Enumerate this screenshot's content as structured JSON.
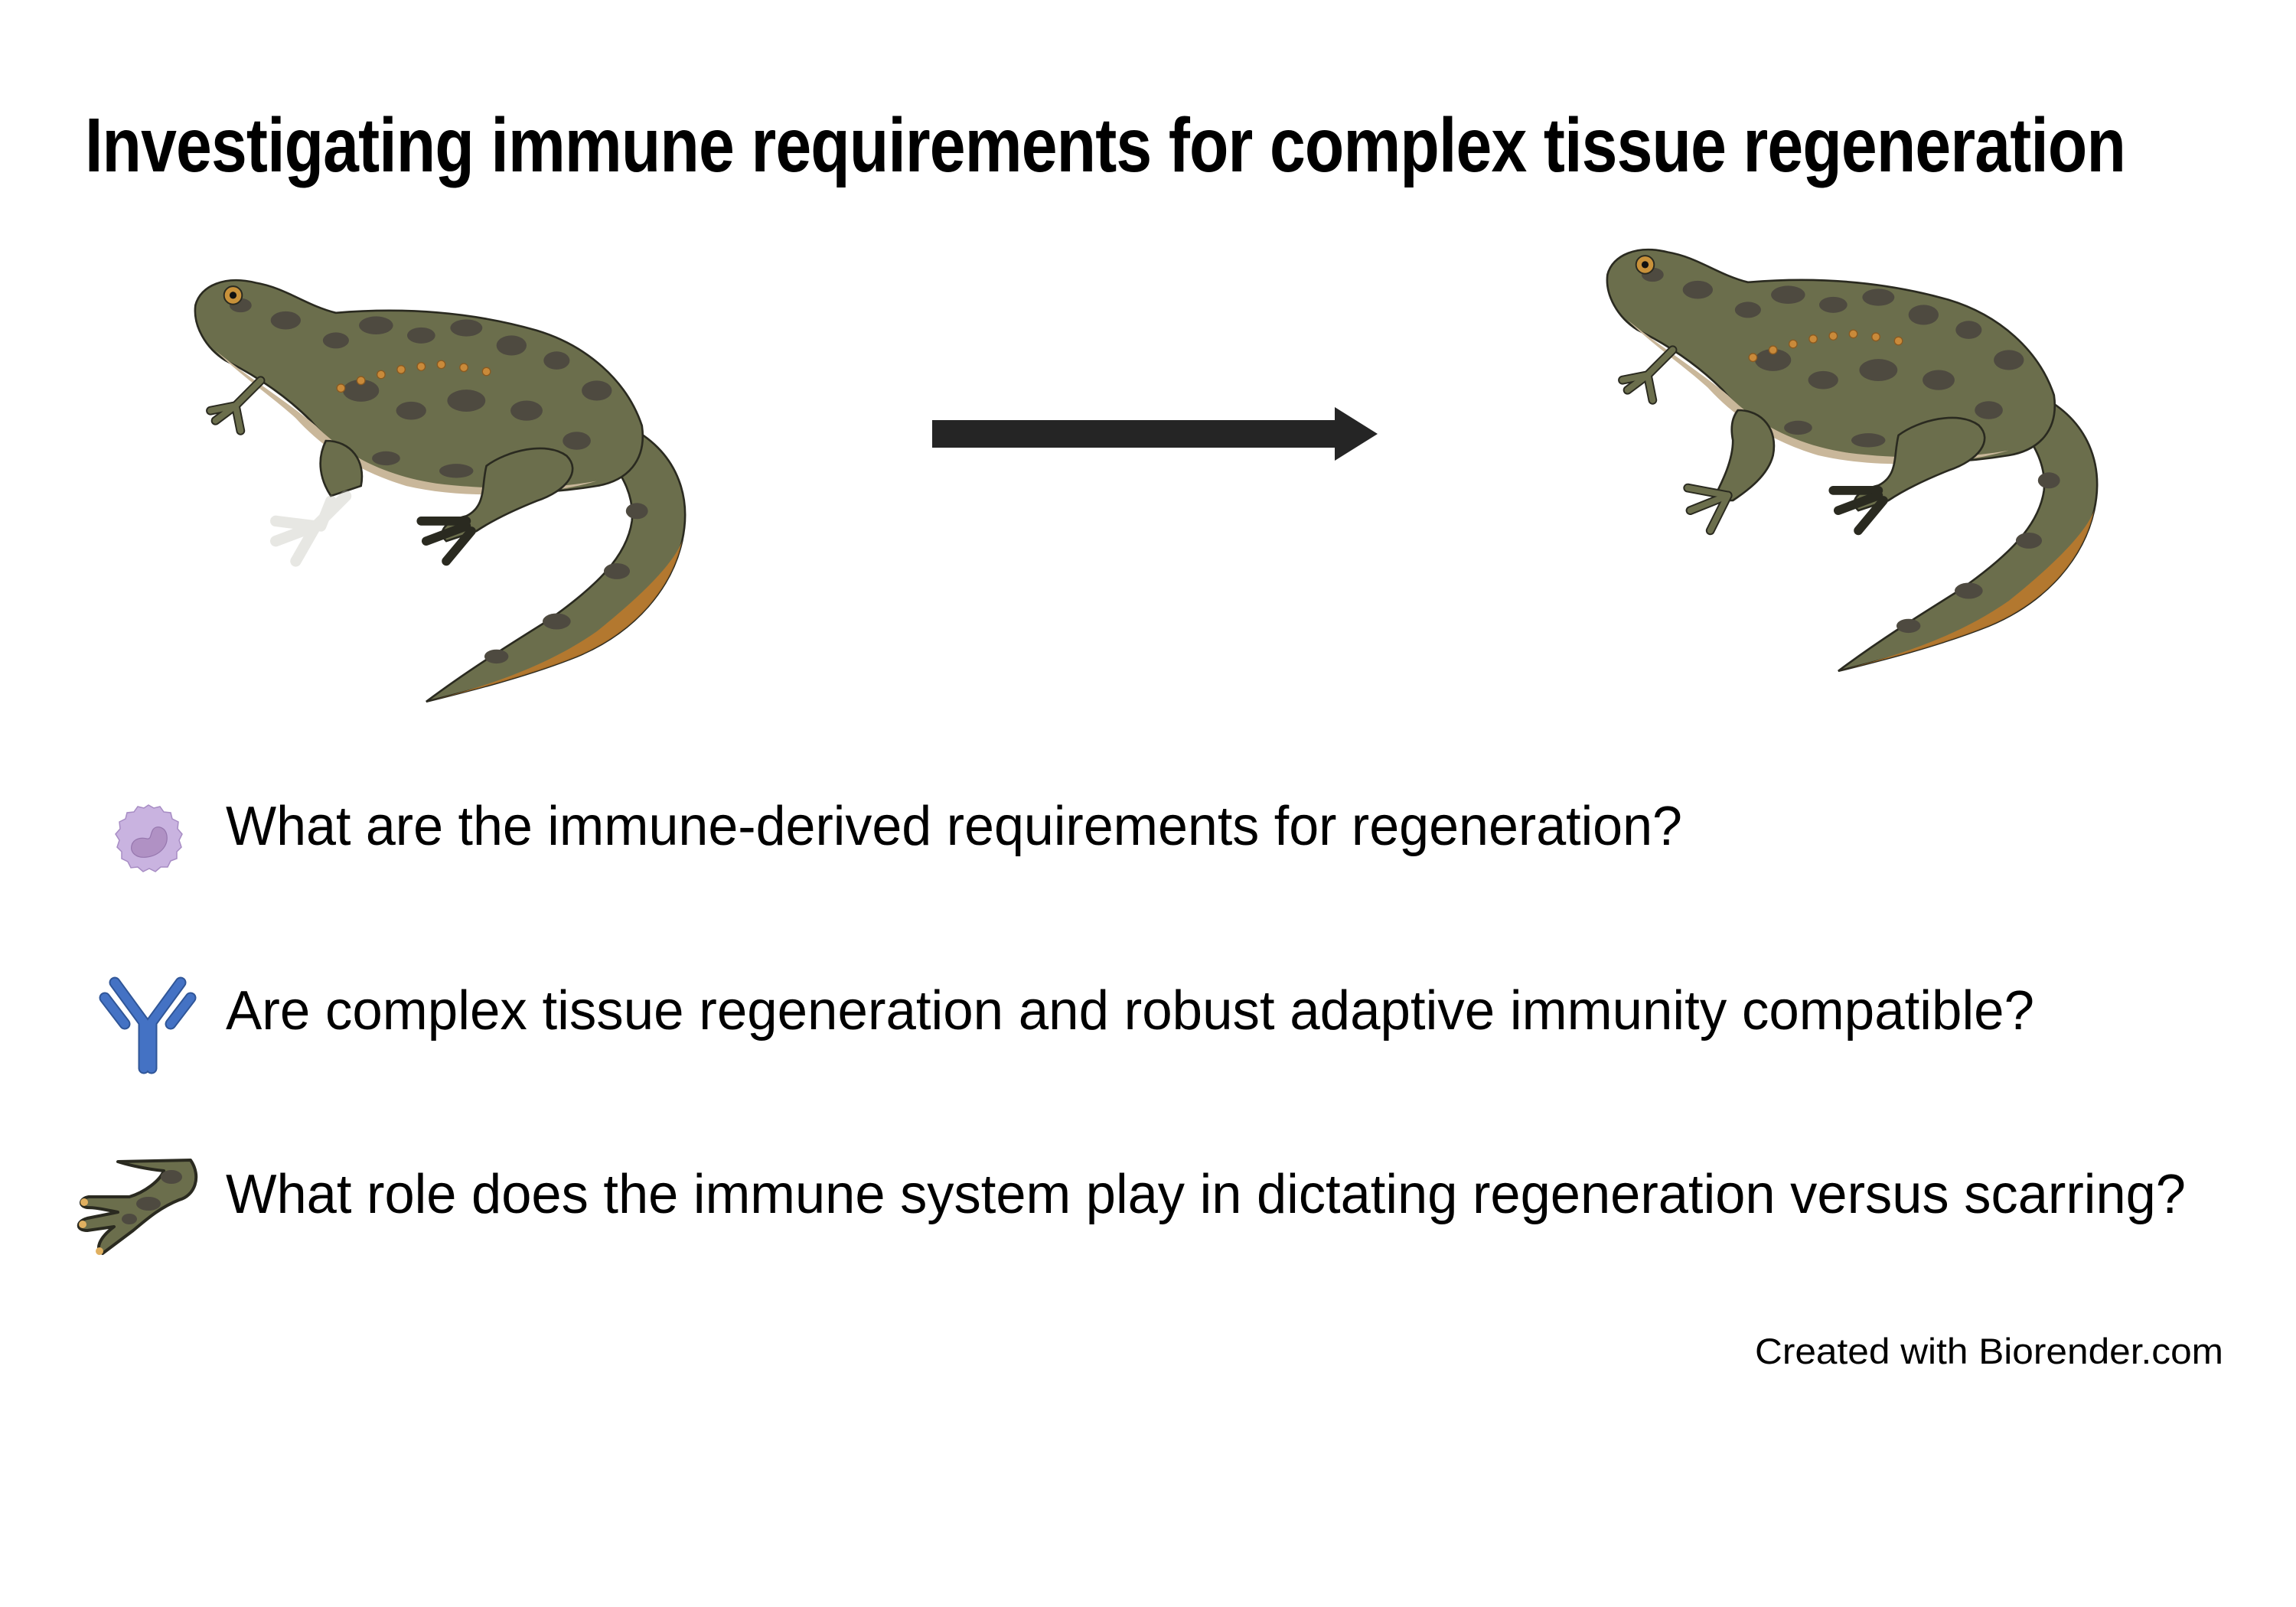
{
  "figure": {
    "title": "Investigating immune requirements for complex tissue regeneration",
    "transition": {
      "from": "salamander-with-missing-forelimb",
      "to": "salamander-with-regenerated-forelimb",
      "arrow_icon": "right-arrow-icon"
    },
    "questions": [
      {
        "icon": "immune-cell-icon",
        "text": "What are the immune-derived requirements for regeneration?"
      },
      {
        "icon": "antibody-icon",
        "text": "Are complex tissue regeneration and robust adaptive immunity compatible?"
      },
      {
        "icon": "salamander-limb-icon",
        "text": "What role does the immune system play in dictating regeneration versus scarring?"
      }
    ],
    "footer": "Created with Biorender.com"
  },
  "colors": {
    "text": "#000000",
    "arrow": "#252525",
    "salamander_body": "#6b6e4c",
    "salamander_spots": "#4e4a40",
    "salamander_belly": "#c9b79a",
    "salamander_accent": "#c98a3a",
    "immune_cell": "#c9b3e0",
    "immune_cell_nucleus": "#b091c4",
    "antibody": "#4472c4"
  }
}
